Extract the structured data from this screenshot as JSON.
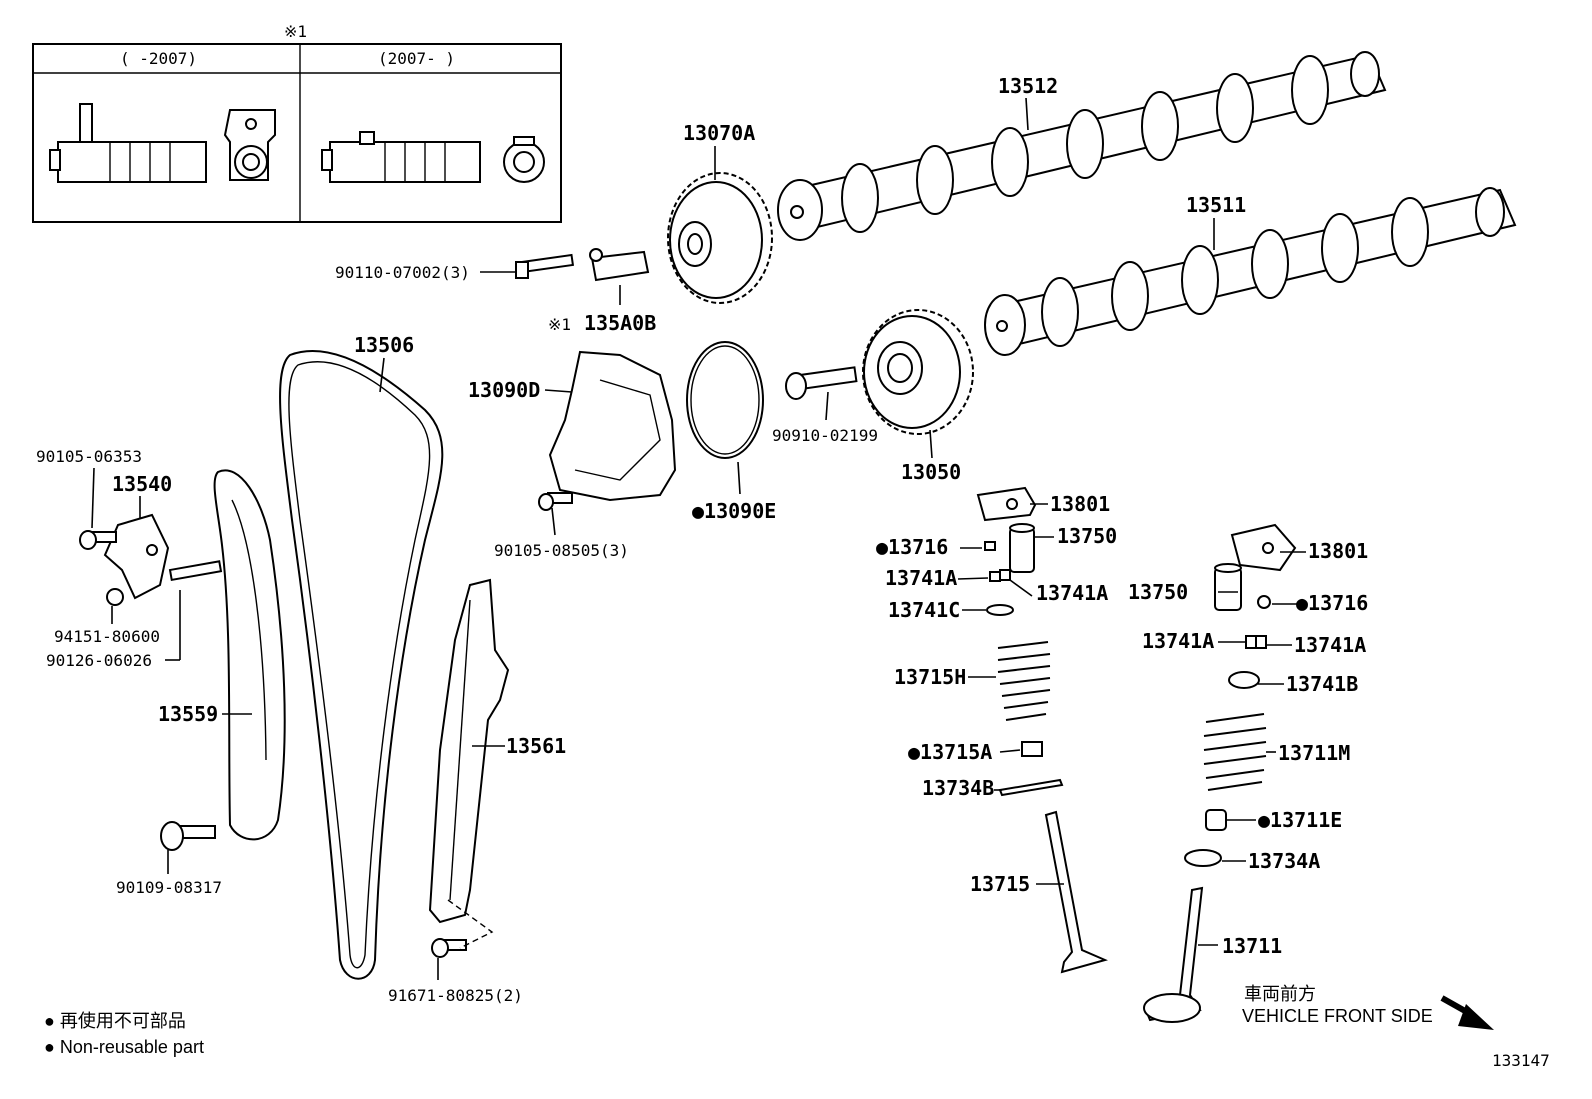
{
  "inset": {
    "marker": "※1",
    "col1_label": "(     -2007)",
    "col2_label": "(2007-     )"
  },
  "labels": {
    "p13512": "13512",
    "p13511": "13511",
    "p13070A": "13070A",
    "p90110": "90110-07002(3)",
    "p135A0B_mark": "※1",
    "p135A0B": "135A0B",
    "p13506": "13506",
    "p13090D": "13090D",
    "p90910": "90910-02199",
    "p13050": "13050",
    "p13090E": "●13090E",
    "p90105_08505": "90105-08505(3)",
    "p90105_06353": "90105-06353",
    "p13540": "13540",
    "p94151": "94151-80600",
    "p90126": "90126-06026",
    "p13559": "13559",
    "p13561": "13561",
    "p90109": "90109-08317",
    "p91671": "91671-80825(2)",
    "p13801_a": "13801",
    "p13716_a": "●13716",
    "p13750_a": "13750",
    "p13741A_a1": "13741A",
    "p13741A_a2": "13741A",
    "p13741C": "13741C",
    "p13715H": "13715H",
    "p13715A": "●13715A",
    "p13734B": "13734B",
    "p13715": "13715",
    "p13801_b": "13801",
    "p13750_b": "13750",
    "p13716_b": "●13716",
    "p13741A_b1": "13741A",
    "p13741A_b2": "13741A",
    "p13741B": "13741B",
    "p13711M": "13711M",
    "p13711E": "●13711E",
    "p13734A": "13734A",
    "p13711": "13711"
  },
  "legend": {
    "jp": "● 再使用不可部品",
    "en": "● Non-reusable part"
  },
  "direction": {
    "jp": "車両前方",
    "en": "VEHICLE FRONT SIDE"
  },
  "diagram_id": "133147"
}
